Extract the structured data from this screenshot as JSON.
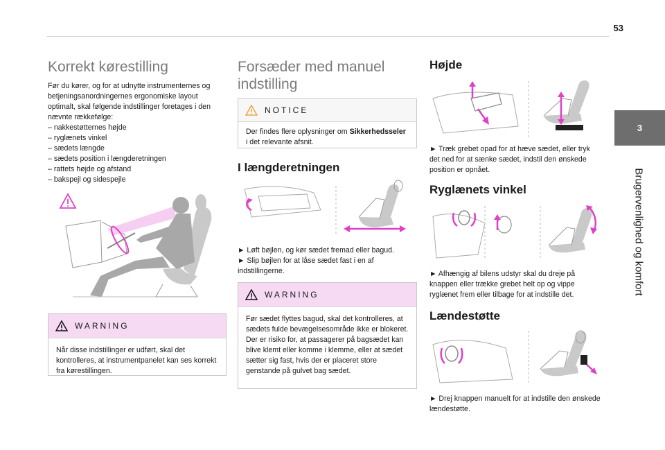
{
  "page": {
    "number": "53"
  },
  "side_tab": {
    "chapter": "3",
    "title": "Brugervenlighed og komfort"
  },
  "col1": {
    "title": "Korrekt kørestilling",
    "intro": "Før du kører, og for at udnytte instrumenternes og betjeningsanordningernes ergonomiske layout optimalt, skal følgende indstillinger foretages i den nævnte rækkefølge:",
    "list": [
      "– nakkestøtternes højde",
      "– ryglænets vinkel",
      "– sædets længde",
      "– sædets position i længderetningen",
      "– rattets højde og afstand",
      "– bakspejl og sidespejle"
    ],
    "warning": {
      "label": "WARNING",
      "text": "Når disse indstillinger er udført, skal det kontrolleres, at instrumentpanelet kan ses korrekt fra kørestillingen."
    }
  },
  "col2": {
    "title": "Forsæder med manuel indstilling",
    "notice": {
      "label": "NOTICE",
      "text_before": "Der findes flere oplysninger om ",
      "text_bold": "Sikkerhedsseler",
      "text_after": " i det relevante afsnit."
    },
    "section_title": "I længderetningen",
    "steps": [
      "► Løft bøjlen, og kør sædet fremad eller bagud.",
      "► Slip bøjlen for at låse sædet fast i en af indstillingerne."
    ],
    "warning": {
      "label": "WARNING",
      "text": "Før sædet flyttes bagud, skal det kontrolleres, at sædets fulde bevægelsesområde ikke er blokeret.\nDer er risiko for, at passagerer på bagsædet kan blive klemt eller komme i klemme, eller at sædet sætter sig fast, hvis der er placeret store genstande på gulvet bag sædet."
    }
  },
  "col3": {
    "height_title": "Højde",
    "height_text": "► Træk grebet opad for at hæve sædet, eller tryk det ned for at sænke sædet, indstil den ønskede position er opnået.",
    "back_title": "Ryglænets vinkel",
    "back_text": "► Afhængig af bilens udstyr skal du dreje på knappen eller trække grebet helt op og vippe ryglænet frem eller tilbage for at indstille det.",
    "lumbar_title": "Lændestøtte",
    "lumbar_text": "► Drej knappen manuelt for at indstille den ønskede lændestøtte."
  },
  "colors": {
    "accent": "#e040c8",
    "warning_bg": "#f6d9f3",
    "tab_bg": "#6e6e6e",
    "heading_grey": "#7a7a7a"
  }
}
